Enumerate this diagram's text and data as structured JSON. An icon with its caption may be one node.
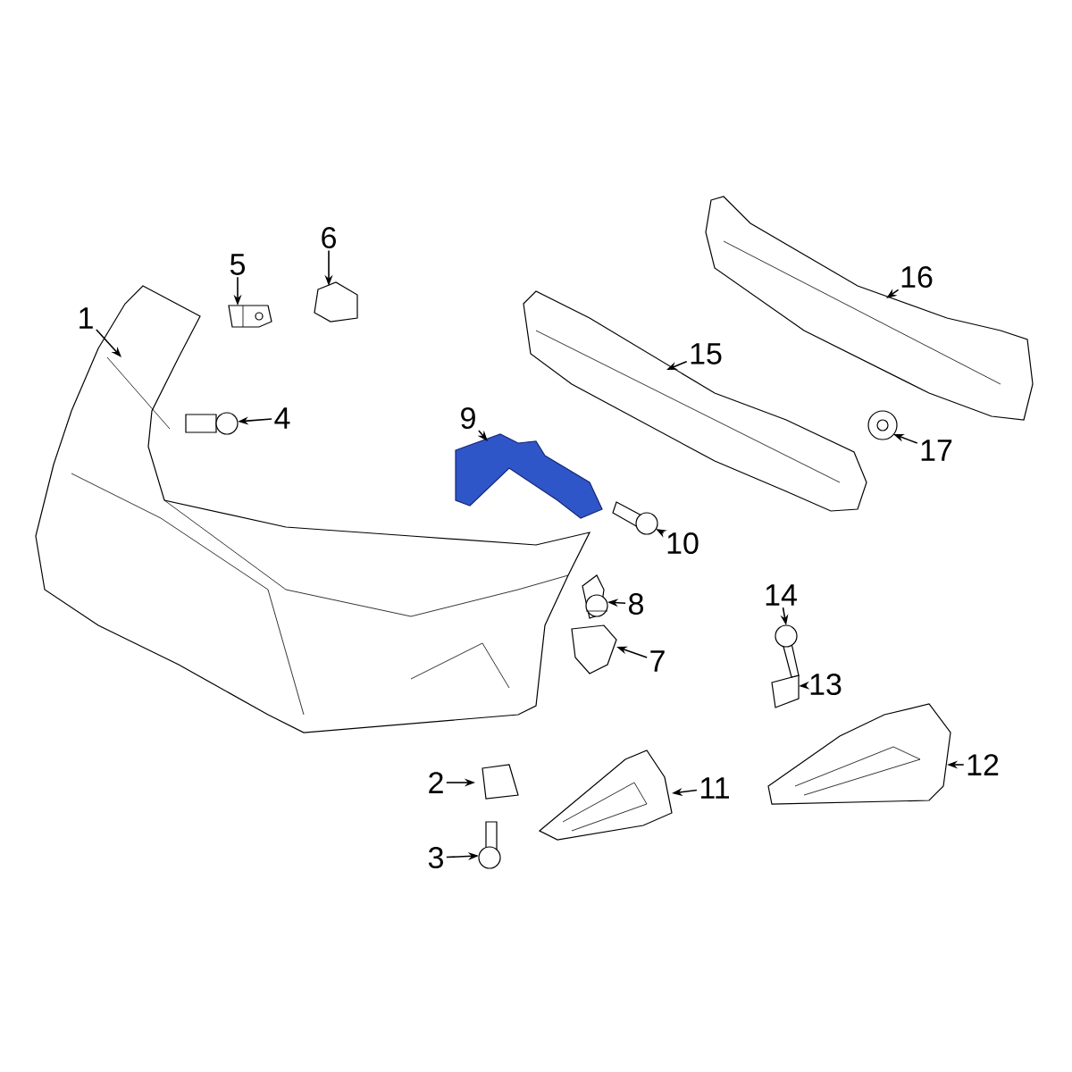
{
  "diagram": {
    "nodes": [
      {
        "text": [
          "1"
        ]
      },
      {
        "text": [
          "2"
        ]
      },
      {
        "text": [
          "3"
        ]
      },
      {
        "text": [
          "4"
        ]
      },
      {
        "text": [
          "5"
        ]
      },
      {
        "text": [
          "6"
        ]
      },
      {
        "text": [
          "7"
        ]
      },
      {
        "text": [
          "8"
        ]
      },
      {
        "text": [
          "9"
        ]
      },
      {
        "text": [
          "10"
        ]
      },
      {
        "text": [
          "11"
        ]
      },
      {
        "text": [
          "12"
        ]
      },
      {
        "text": [
          "13"
        ]
      },
      {
        "text": [
          "14"
        ]
      },
      {
        "text": [
          "15"
        ]
      },
      {
        "text": [
          "16"
        ]
      },
      {
        "text": [
          "17"
        ]
      },
      {
        "text": [],
        "shape": "picture"
      },
      {
        "text": [],
        "shape": "picture"
      },
      {
        "text": [],
        "shape": "picture"
      },
      {
        "text": [],
        "shape": "picture"
      },
      {
        "text": [],
        "shape": "picture"
      },
      {
        "text": [],
        "shape": "picture"
      },
      {
        "text": [],
        "shape": "picture"
      },
      {
        "text": [],
        "shape": "picture"
      },
      {
        "text": [],
        "shape": "picture"
      },
      {
        "text": [],
        "shape": "picture"
      },
      {
        "text": [],
        "shape": "picture"
      },
      {
        "text": [],
        "shape": "picture"
      },
      {
        "text": [],
        "shape": "picture"
      },
      {
        "text": [],
        "shape": "picture"
      },
      {
        "text": [],
        "shape": "picture"
      },
      {
        "text": [],
        "shape": "picture"
      },
      {
        "text": [],
        "shape": "picture"
      }
    ],
    "edges": [
      {
        "from": 0,
        "to": 17,
        "arrow": "to"
      },
      {
        "from": 1,
        "to": 18,
        "arrow": "to"
      },
      {
        "from": 2,
        "to": 19,
        "arrow": "to"
      },
      {
        "from": 3,
        "to": 20,
        "arrow": "to"
      },
      {
        "from": 4,
        "to": 21,
        "arrow": "to"
      },
      {
        "from": 5,
        "to": 22,
        "arrow": "to"
      },
      {
        "from": 6,
        "to": 23,
        "arrow": "to"
      },
      {
        "from": 7,
        "to": 24,
        "arrow": "to"
      },
      {
        "from": 8,
        "to": 25,
        "arrow": "to"
      },
      {
        "from": 9,
        "to": 26,
        "arrow": "to"
      },
      {
        "from": 10,
        "to": 27,
        "arrow": "to"
      },
      {
        "from": 11,
        "to": 28,
        "arrow": "to"
      },
      {
        "from": 12,
        "to": 29,
        "arrow": "to"
      },
      {
        "from": 13,
        "to": 30,
        "arrow": "to"
      },
      {
        "from": 14,
        "to": 31,
        "arrow": "to"
      },
      {
        "from": 15,
        "to": 32,
        "arrow": "to"
      },
      {
        "from": 16,
        "to": 33,
        "arrow": "to"
      }
    ]
  }
}
